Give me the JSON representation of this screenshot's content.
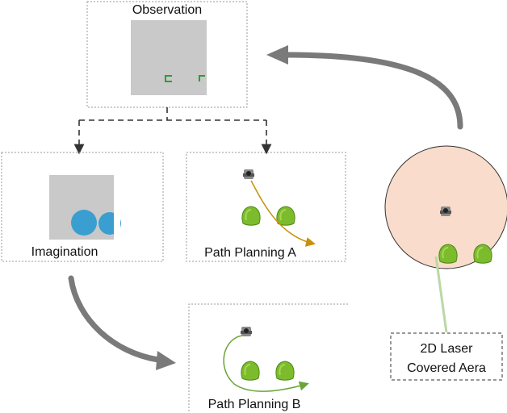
{
  "panels": {
    "observation": {
      "label": "Observation"
    },
    "imagination": {
      "label": "Imagination"
    },
    "path_a": {
      "label": "Path Planning A"
    },
    "path_b": {
      "label": "Path Planning B"
    }
  },
  "laser": {
    "label_line1": "2D Laser",
    "label_line2": "Covered Aera"
  },
  "colors": {
    "panel_border": "#9a9a9a",
    "observation_bg": "#c9c9c9",
    "obstacle_mark": "#2e9e2e",
    "imagined_obstacle": "#3a9fd0",
    "green_obstacle": "#7cbc2c",
    "path_a": "#c8900a",
    "path_b": "#6aa43a",
    "laser_area": "#f9dccb",
    "flow_arrow": "#7a7a7a",
    "dashed_arrow": "#333333"
  },
  "icons": [
    "robot-icon",
    "green-obstacle-icon",
    "arrow-icon"
  ]
}
